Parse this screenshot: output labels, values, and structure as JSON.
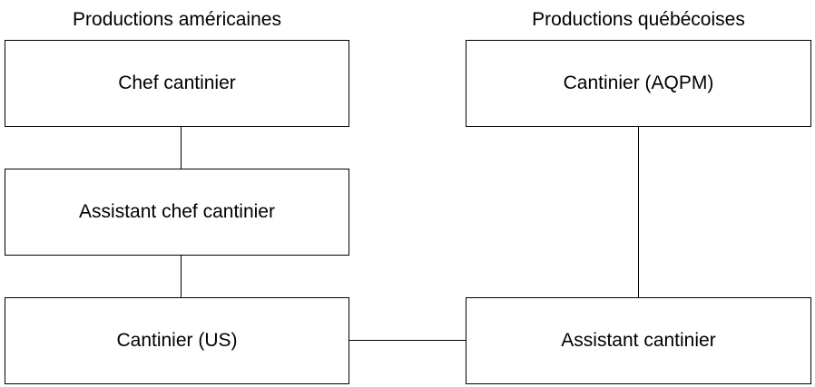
{
  "columns": {
    "left_title": "Productions américaines",
    "right_title": "Productions québécoises"
  },
  "nodes": {
    "chef_cantinier": "Chef cantinier",
    "assistant_chef_cantinier": "Assistant chef cantinier",
    "cantinier_us": "Cantinier (US)",
    "cantinier_aqpm": "Cantinier (AQPM)",
    "assistant_cantinier": "Assistant cantinier"
  },
  "colors": {
    "border": "#000000",
    "background": "#ffffff",
    "text": "#000000"
  }
}
